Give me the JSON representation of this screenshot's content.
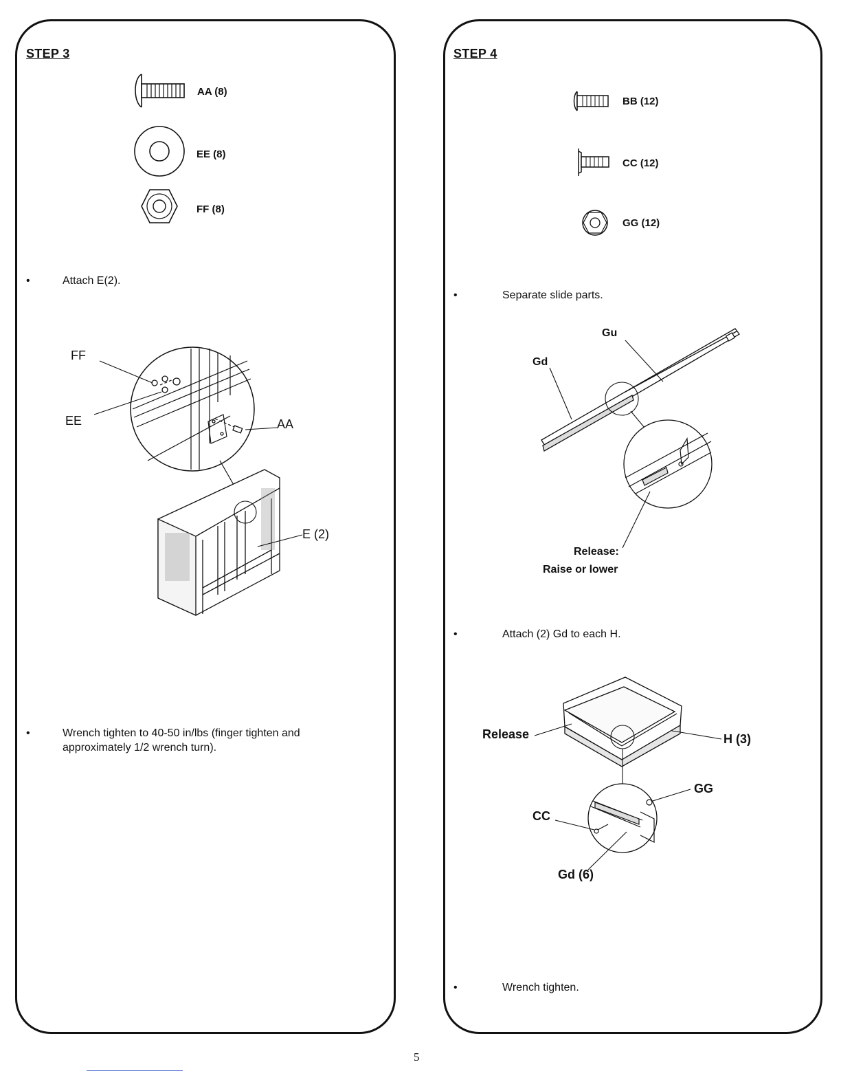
{
  "step3": {
    "title": "STEP 3",
    "parts": [
      {
        "label": "AA (8)",
        "icon": "truss-bolt-icon"
      },
      {
        "label": "EE (8)",
        "icon": "washer-icon"
      },
      {
        "label": "FF (8)",
        "icon": "hex-nut-icon"
      }
    ],
    "instructions": [
      "Attach E(2).",
      "Wrench tighten to 40-50 in/lbs (finger tighten and",
      "approximately 1/2 wrench turn)."
    ],
    "callouts": {
      "ff": "FF",
      "ee": "EE",
      "aa": "AA",
      "e": "E (2)"
    }
  },
  "step4": {
    "title": "STEP 4",
    "parts": [
      {
        "label": "BB (12)",
        "icon": "short-bolt-icon"
      },
      {
        "label": "CC (12)",
        "icon": "flange-bolt-icon"
      },
      {
        "label": "GG (12)",
        "icon": "flange-nut-icon"
      }
    ],
    "instructions": [
      "Separate slide parts.",
      "Attach (2) Gd to each H.",
      "Wrench tighten."
    ],
    "callouts": {
      "gu": "Gu",
      "gd": "Gd",
      "release_line1": "Release:",
      "release_line2": "Raise or lower",
      "release": "Release",
      "h": "H (3)",
      "gg": "GG",
      "cc": "CC",
      "gd6": "Gd (6)"
    }
  },
  "footer": {
    "page_number": "5"
  }
}
